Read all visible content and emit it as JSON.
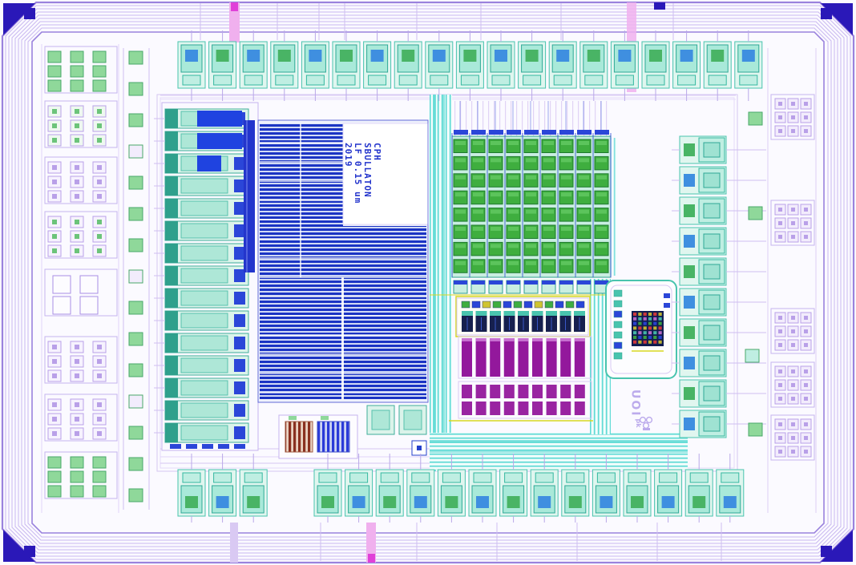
{
  "labels": {
    "chip_title": {
      "line1": "CPH",
      "line2": "SBULLATON",
      "line3": "LF 0.15 um",
      "line4": "2019"
    },
    "logo": {
      "text": "UOI",
      "sub": "pk"
    }
  },
  "palette": {
    "die_bg": "#fbfaff",
    "frame_light": "#c9b8f0",
    "frame_mid": "#9a82dd",
    "corner_fill": "#2a18b8",
    "array_blue": "#1b34c4",
    "cell_green": "#3fae3f",
    "pad_mint": "#e0f6ef",
    "pad_teal": "#49c4ae",
    "stripe_purple": "#93189c",
    "bus_cyan_strong": "#62dbd6",
    "pink": "#f0b0ee",
    "magenta": "#e040d8",
    "yellow": "#d8d820",
    "title_blue": "#2233cc",
    "logo_lavender": "#bcabec"
  },
  "layout_counts": {
    "top_pads": 19,
    "bottom_pads_left": 3,
    "bottom_pads_right": 14,
    "right_pads": 10,
    "io_rows": 15,
    "mux_grid": {
      "cols": 9,
      "rows": 8
    },
    "decoder_cells": 9,
    "purple_stripe_columns": 9,
    "purple_block_rows": 2,
    "logic_panel_top_cells": 12,
    "logic_panel_bottom_cells": 9,
    "left_test_grids": 8,
    "right_test_grids": 5,
    "left_strip_squares": 15
  }
}
